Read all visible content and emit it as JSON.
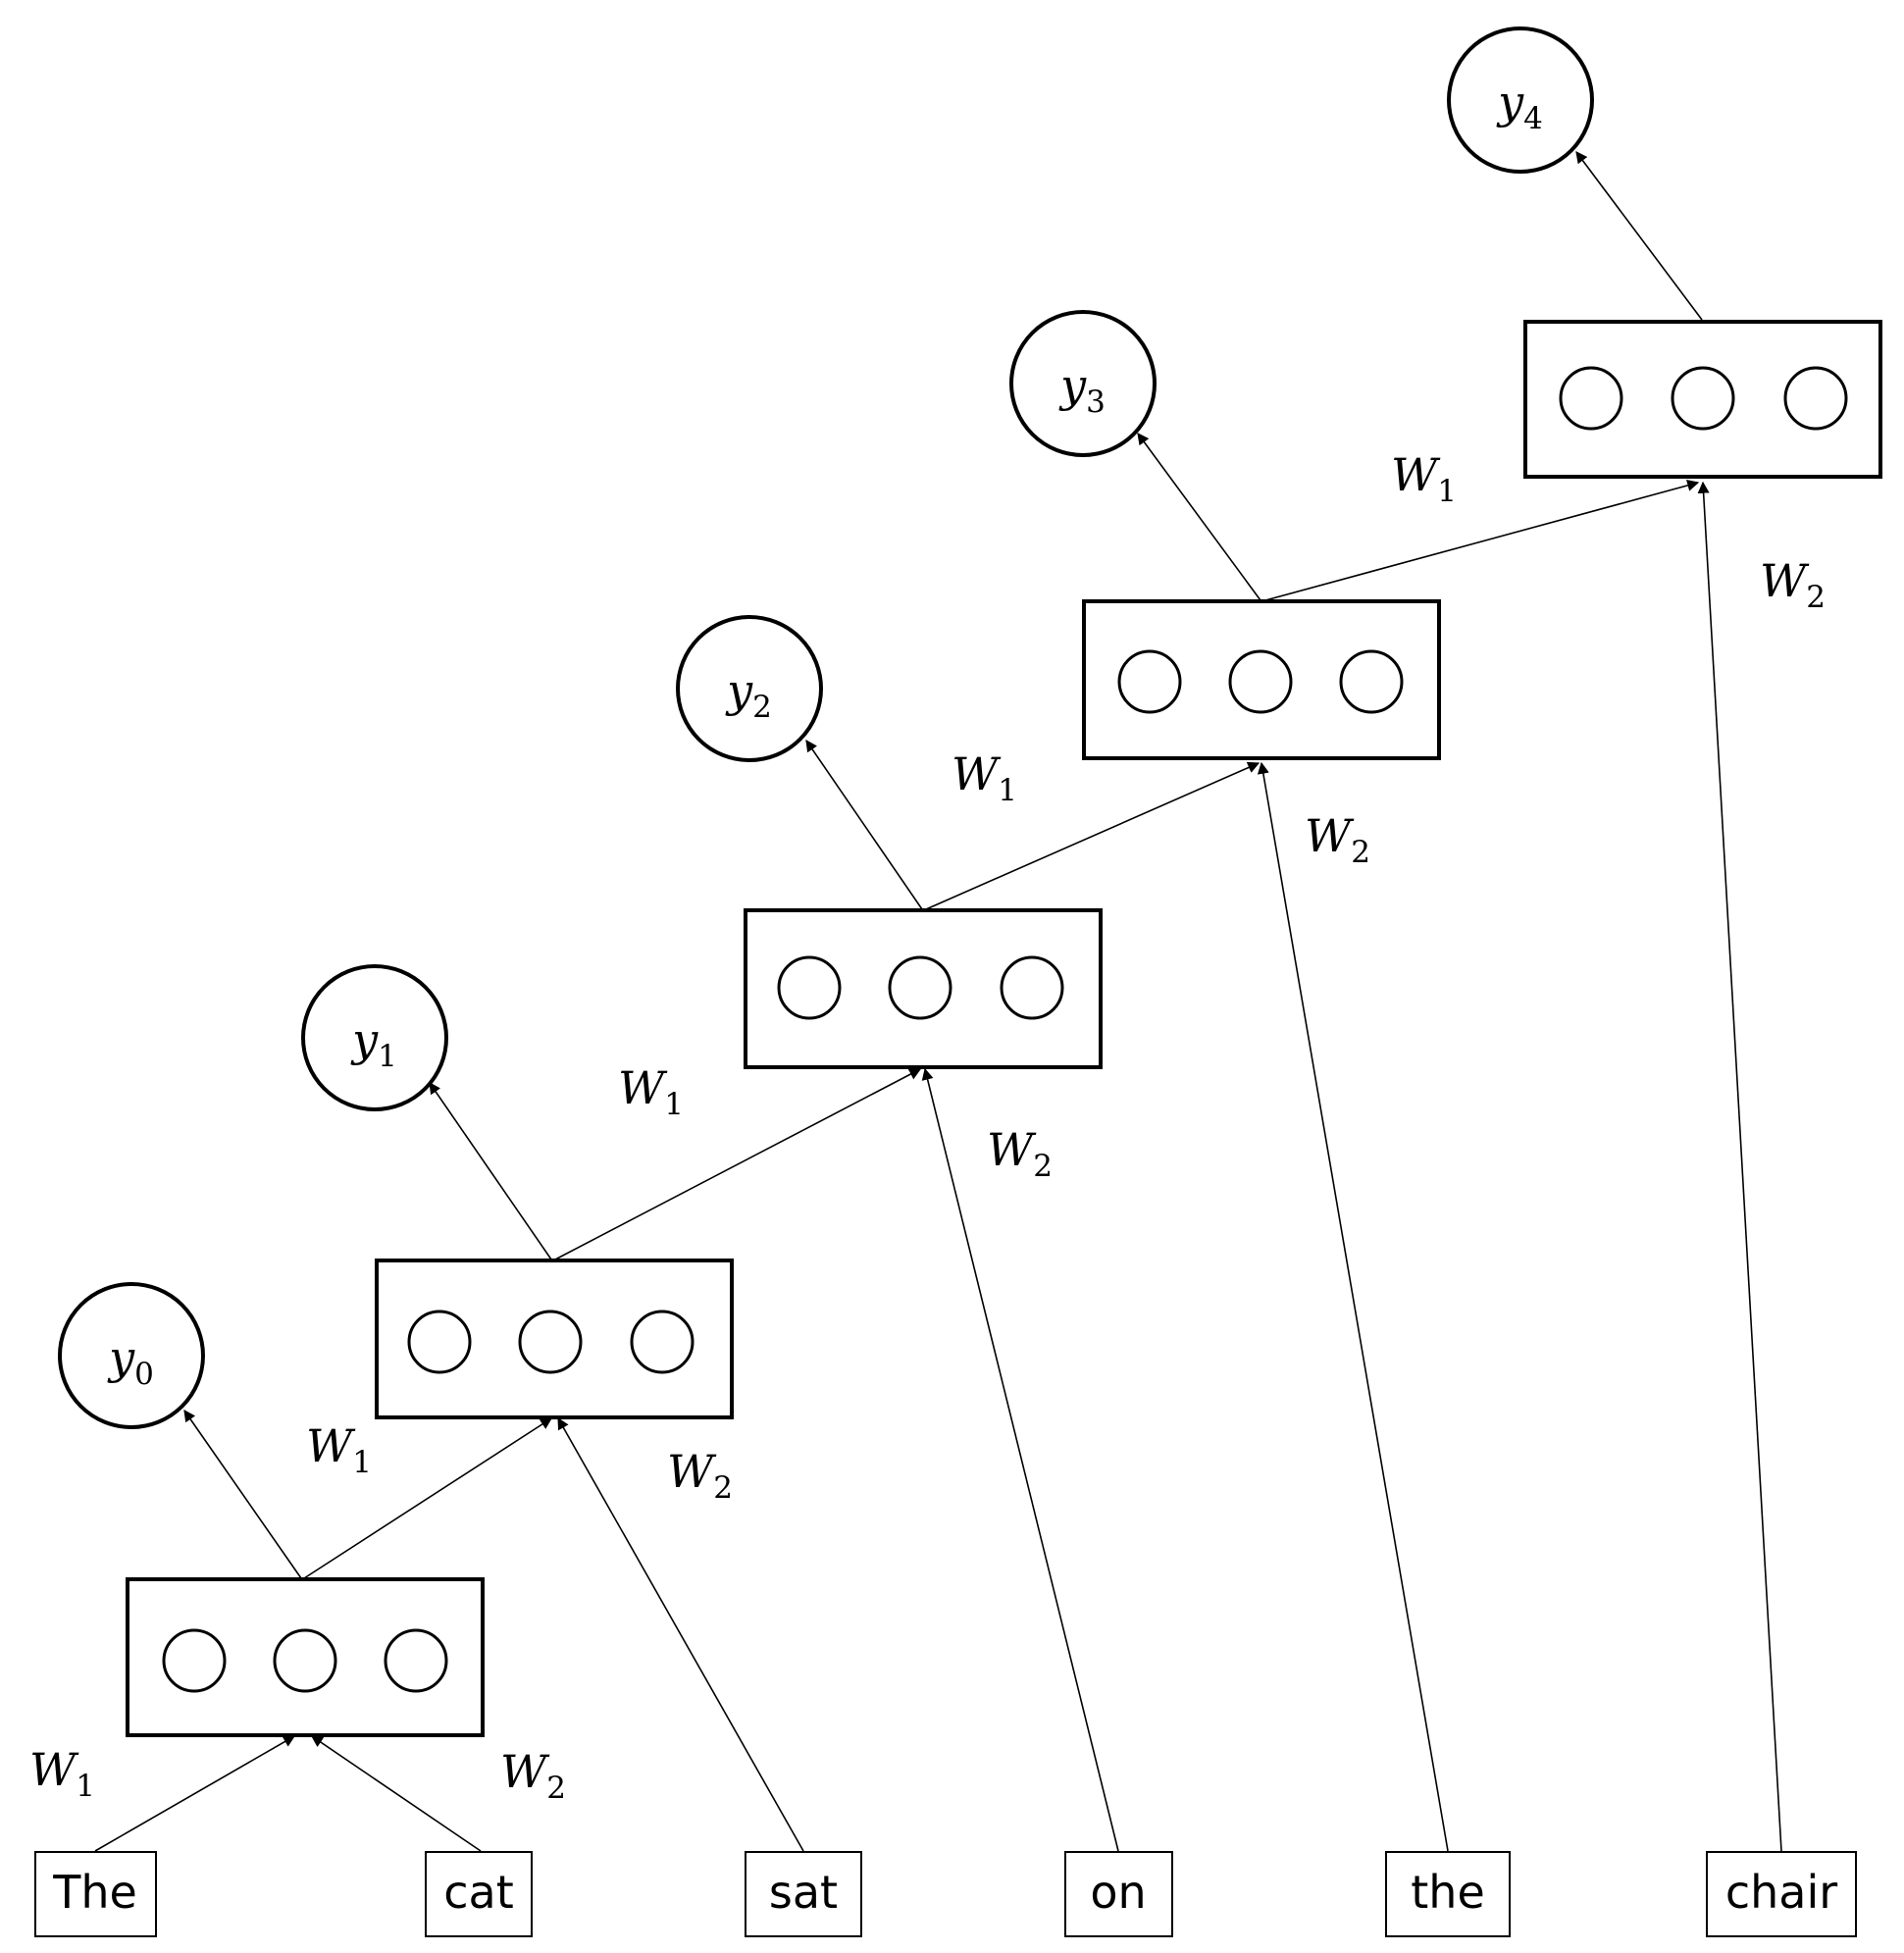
{
  "words": [
    "The",
    "cat",
    "sat",
    "on",
    "the",
    "chair"
  ],
  "outputs": [
    {
      "symbol": "y",
      "index": "0"
    },
    {
      "symbol": "y",
      "index": "1"
    },
    {
      "symbol": "y",
      "index": "2"
    },
    {
      "symbol": "y",
      "index": "3"
    },
    {
      "symbol": "y",
      "index": "4"
    }
  ],
  "weights": {
    "recurrent": {
      "symbol": "W",
      "index": "1"
    },
    "input": {
      "symbol": "W",
      "index": "2"
    }
  }
}
